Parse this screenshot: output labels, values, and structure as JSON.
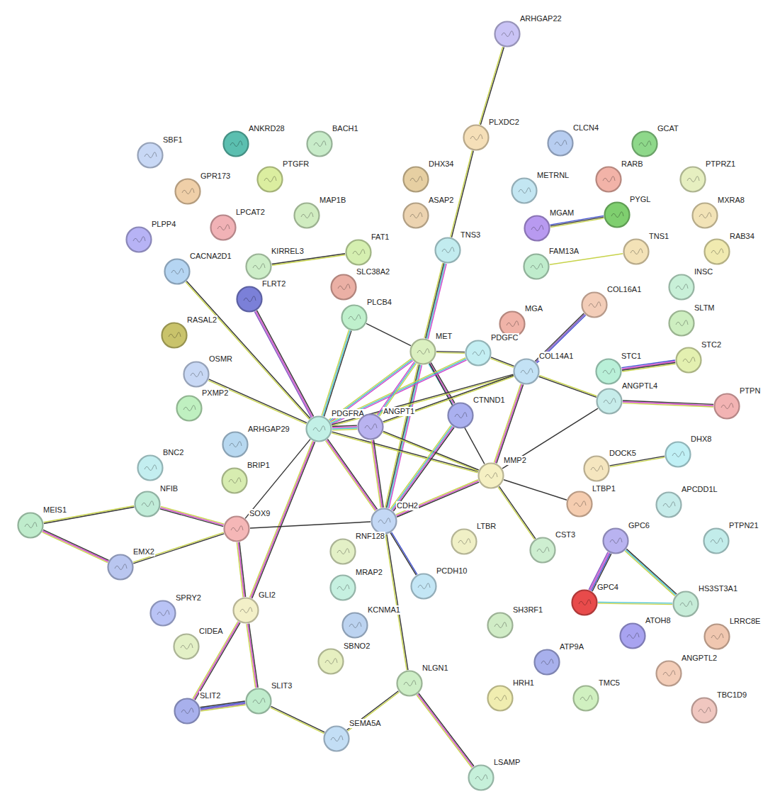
{
  "diagram": {
    "nodes": [
      {
        "text": [
          "ARHGAP22"
        ]
      },
      {
        "text": [
          "PLXDC2"
        ]
      },
      {
        "text": [
          "SBF1"
        ]
      },
      {
        "text": [
          "ANKRD28"
        ]
      },
      {
        "text": [
          "BACH1"
        ]
      },
      {
        "text": [
          "DHX34"
        ]
      },
      {
        "text": [
          "CLCN4"
        ]
      },
      {
        "text": [
          "GCAT"
        ]
      },
      {
        "text": [
          "GPR173"
        ]
      },
      {
        "text": [
          "PTGFR"
        ]
      },
      {
        "text": [
          "METRNL"
        ]
      },
      {
        "text": [
          "RARB"
        ]
      },
      {
        "text": [
          "PTPRZ1"
        ]
      },
      {
        "text": [
          "MAP1B"
        ]
      },
      {
        "text": [
          "ASAP2"
        ]
      },
      {
        "text": [
          "PYGL"
        ]
      },
      {
        "text": [
          "MGAM"
        ]
      },
      {
        "text": [
          "MXRA8"
        ]
      },
      {
        "text": [
          "LPCAT2"
        ]
      },
      {
        "text": [
          "PLPP4"
        ]
      },
      {
        "text": [
          "TNS3"
        ]
      },
      {
        "text": [
          "TNS1"
        ]
      },
      {
        "text": [
          "RAB34"
        ]
      },
      {
        "text": [
          "CACNA2D1"
        ]
      },
      {
        "text": [
          "KIRREL3"
        ]
      },
      {
        "text": [
          "FAT1"
        ]
      },
      {
        "text": [
          "FAM13A"
        ]
      },
      {
        "text": [
          "INSC"
        ]
      },
      {
        "text": [
          "FLRT2"
        ]
      },
      {
        "text": [
          "SLC38A2"
        ]
      },
      {
        "text": [
          "COL16A1"
        ]
      },
      {
        "text": [
          "PLCB4"
        ]
      },
      {
        "text": [
          "RASAL2"
        ]
      },
      {
        "text": [
          "SLTM"
        ]
      },
      {
        "text": [
          "MGA"
        ]
      },
      {
        "text": [
          "MET"
        ]
      },
      {
        "text": [
          "PDGFC"
        ]
      },
      {
        "text": [
          "COL14A1"
        ]
      },
      {
        "text": [
          "STC1"
        ]
      },
      {
        "text": [
          "STC2"
        ]
      },
      {
        "text": [
          "OSMR"
        ]
      },
      {
        "text": [
          "ANGPTL4"
        ]
      },
      {
        "text": [
          "PTPN"
        ]
      },
      {
        "text": [
          "PXMP2"
        ]
      },
      {
        "text": [
          "PDGFRA"
        ]
      },
      {
        "text": [
          "ANGPT1"
        ]
      },
      {
        "text": [
          "CTNND1"
        ]
      },
      {
        "text": [
          "ARHGAP29"
        ]
      },
      {
        "text": [
          "DHX8"
        ]
      },
      {
        "text": [
          "DOCK5"
        ]
      },
      {
        "text": [
          "BNC2"
        ]
      },
      {
        "text": [
          "MMP2"
        ]
      },
      {
        "text": [
          "BRIP1"
        ]
      },
      {
        "text": [
          "NFIB"
        ]
      },
      {
        "text": [
          "LTBP1"
        ]
      },
      {
        "text": [
          "APCDD1L"
        ]
      },
      {
        "text": [
          "MEIS1"
        ]
      },
      {
        "text": [
          "SOX9"
        ]
      },
      {
        "text": [
          "CDH2"
        ]
      },
      {
        "text": [
          "GPC6"
        ]
      },
      {
        "text": [
          "RNF128"
        ]
      },
      {
        "text": [
          "LTBR"
        ]
      },
      {
        "text": [
          "CST3"
        ]
      },
      {
        "text": [
          "PTPN21"
        ]
      },
      {
        "text": [
          "EMX2"
        ]
      },
      {
        "text": [
          "MRAP2"
        ]
      },
      {
        "text": [
          "PCDH10"
        ]
      },
      {
        "text": [
          "GPC4"
        ]
      },
      {
        "text": [
          "HS3ST3A1"
        ]
      },
      {
        "text": [
          "SPRY2"
        ]
      },
      {
        "text": [
          "GLI2"
        ]
      },
      {
        "text": [
          "KCNMA1"
        ]
      },
      {
        "text": [
          "SH3RF1"
        ]
      },
      {
        "text": [
          "LRRC8E"
        ]
      },
      {
        "text": [
          "CIDEA"
        ]
      },
      {
        "text": [
          "ATOH8"
        ]
      },
      {
        "text": [
          "SBNO2"
        ]
      },
      {
        "text": [
          "ATP9A"
        ]
      },
      {
        "text": [
          "ANGPTL2"
        ]
      },
      {
        "text": [
          "NLGN1"
        ]
      },
      {
        "text": [
          "SLIT2"
        ]
      },
      {
        "text": [
          "SLIT3"
        ]
      },
      {
        "text": [
          "HRH1"
        ]
      },
      {
        "text": [
          "TMC5"
        ]
      },
      {
        "text": [
          "TBC1D9"
        ]
      },
      {
        "text": [
          "SEMA5A"
        ]
      },
      {
        "text": [
          "LSAMP"
        ]
      }
    ],
    "edges": [
      {
        "from": 0,
        "to": 1,
        "arrow": "none"
      },
      {
        "from": 1,
        "to": 20,
        "arrow": "none"
      },
      {
        "from": 20,
        "to": 35,
        "arrow": "none"
      },
      {
        "from": 24,
        "to": 25,
        "arrow": "none"
      },
      {
        "from": 16,
        "to": 15,
        "arrow": "none"
      },
      {
        "from": 26,
        "to": 21,
        "arrow": "none"
      },
      {
        "from": 38,
        "to": 39,
        "arrow": "none"
      },
      {
        "from": 30,
        "to": 37,
        "arrow": "none"
      },
      {
        "from": 41,
        "to": 42,
        "arrow": "none"
      },
      {
        "from": 41,
        "to": 37,
        "arrow": "none"
      },
      {
        "from": 41,
        "to": 51,
        "arrow": "none"
      },
      {
        "from": 49,
        "to": 48,
        "arrow": "none"
      },
      {
        "from": 59,
        "to": 67,
        "arrow": "none"
      },
      {
        "from": 59,
        "to": 68,
        "arrow": "none"
      },
      {
        "from": 67,
        "to": 68,
        "arrow": "none"
      },
      {
        "from": 23,
        "to": 44,
        "arrow": "none"
      },
      {
        "from": 28,
        "to": 44,
        "arrow": "none"
      },
      {
        "from": 40,
        "to": 44,
        "arrow": "none"
      },
      {
        "from": 31,
        "to": 44,
        "arrow": "none"
      },
      {
        "from": 31,
        "to": 35,
        "arrow": "none"
      },
      {
        "from": 35,
        "to": 36,
        "arrow": "none"
      },
      {
        "from": 35,
        "to": 44,
        "arrow": "none"
      },
      {
        "from": 35,
        "to": 58,
        "arrow": "none"
      },
      {
        "from": 35,
        "to": 46,
        "arrow": "none"
      },
      {
        "from": 35,
        "to": 51,
        "arrow": "none"
      },
      {
        "from": 36,
        "to": 37,
        "arrow": "none"
      },
      {
        "from": 36,
        "to": 44,
        "arrow": "none"
      },
      {
        "from": 44,
        "to": 37,
        "arrow": "none"
      },
      {
        "from": 44,
        "to": 51,
        "arrow": "none"
      },
      {
        "from": 44,
        "to": 45,
        "arrow": "none"
      },
      {
        "from": 44,
        "to": 58,
        "arrow": "none"
      },
      {
        "from": 44,
        "to": 57,
        "arrow": "none"
      },
      {
        "from": 44,
        "to": 70,
        "arrow": "none"
      },
      {
        "from": 45,
        "to": 37,
        "arrow": "none"
      },
      {
        "from": 45,
        "to": 58,
        "arrow": "none"
      },
      {
        "from": 45,
        "to": 51,
        "arrow": "none"
      },
      {
        "from": 45,
        "to": 35,
        "arrow": "none"
      },
      {
        "from": 37,
        "to": 51,
        "arrow": "none"
      },
      {
        "from": 46,
        "to": 58,
        "arrow": "none"
      },
      {
        "from": 51,
        "to": 58,
        "arrow": "none"
      },
      {
        "from": 51,
        "to": 54,
        "arrow": "none"
      },
      {
        "from": 51,
        "to": 62,
        "arrow": "none"
      },
      {
        "from": 58,
        "to": 57,
        "arrow": "none"
      },
      {
        "from": 58,
        "to": 66,
        "arrow": "none"
      },
      {
        "from": 58,
        "to": 79,
        "arrow": "none"
      },
      {
        "from": 57,
        "to": 53,
        "arrow": "none"
      },
      {
        "from": 57,
        "to": 64,
        "arrow": "none"
      },
      {
        "from": 57,
        "to": 70,
        "arrow": "none"
      },
      {
        "from": 53,
        "to": 56,
        "arrow": "none"
      },
      {
        "from": 56,
        "to": 64,
        "arrow": "none"
      },
      {
        "from": 70,
        "to": 80,
        "arrow": "none"
      },
      {
        "from": 70,
        "to": 81,
        "arrow": "none"
      },
      {
        "from": 80,
        "to": 81,
        "arrow": "none"
      },
      {
        "from": 81,
        "to": 85,
        "arrow": "none"
      },
      {
        "from": 85,
        "to": 79,
        "arrow": "none"
      },
      {
        "from": 79,
        "to": 86,
        "arrow": "none"
      }
    ]
  }
}
